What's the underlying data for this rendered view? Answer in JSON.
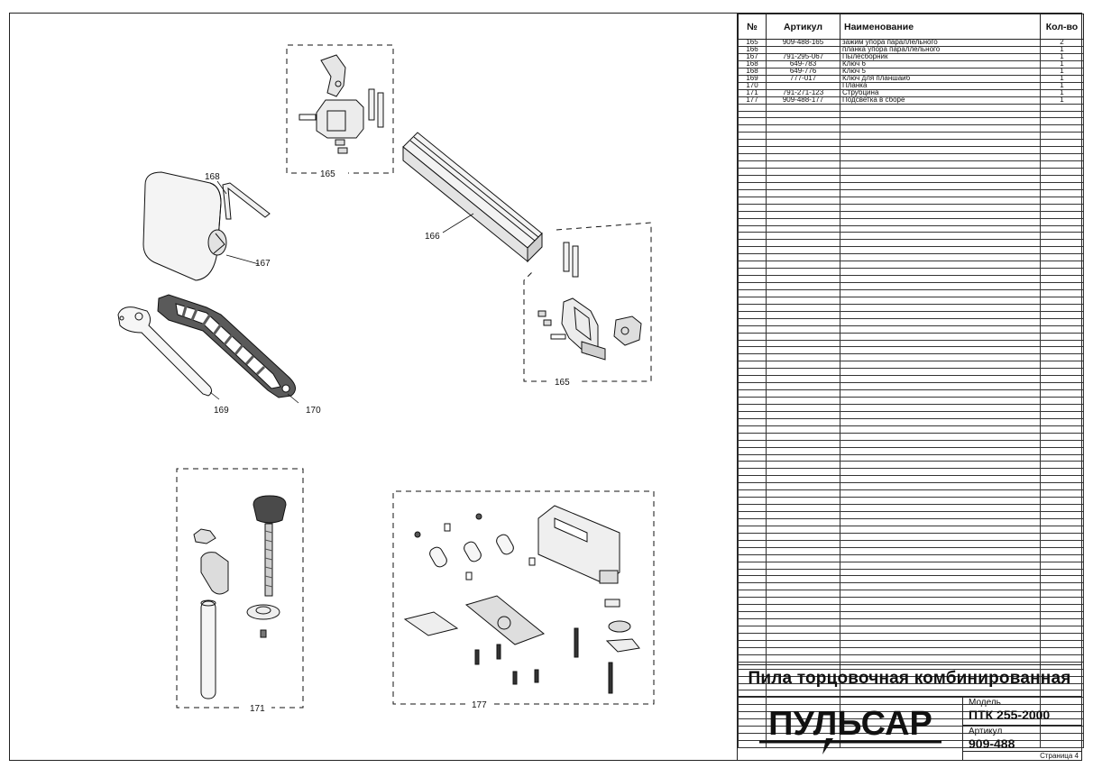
{
  "table": {
    "headers": {
      "num": "№",
      "article": "Артикул",
      "name": "Наименование",
      "qty": "Кол-во"
    },
    "rows": [
      {
        "num": "165",
        "article": "909-488-165",
        "name": "зажим упора параллельного",
        "qty": "2"
      },
      {
        "num": "166",
        "article": "",
        "name": "планка упора параллельного",
        "qty": "1"
      },
      {
        "num": "167",
        "article": "791-295-067",
        "name": "Пылесборник",
        "qty": "1"
      },
      {
        "num": "168",
        "article": "649-783",
        "name": "Ключ 6",
        "qty": "1"
      },
      {
        "num": "168",
        "article": "649-776",
        "name": "Ключ 5",
        "qty": "1"
      },
      {
        "num": "169",
        "article": "777-017",
        "name": "Ключ для планшайб",
        "qty": "1"
      },
      {
        "num": "170",
        "article": "",
        "name": "Планка",
        "qty": "1"
      },
      {
        "num": "171",
        "article": "791-271-123",
        "name": "Струбцина",
        "qty": "1"
      },
      {
        "num": "177",
        "article": "909-488-177",
        "name": "Подсветка в сборе",
        "qty": "1"
      }
    ]
  },
  "drawing": {
    "callouts": {
      "c165a": "165",
      "c165b": "165",
      "c166": "166",
      "c167": "167",
      "c168": "168",
      "c169": "169",
      "c170": "170",
      "c171": "171",
      "c177": "177"
    }
  },
  "title_block": {
    "product_title": "Пила торцовочная комбинированная",
    "brand": "ПУЛЬСАР",
    "model_label": "Модель",
    "model_value": "ПТК 255-2000",
    "article_label": "Артикул",
    "article_value": "909-488",
    "page_label": "Страница 4"
  },
  "colors": {
    "ink": "#111111",
    "paper": "#ffffff",
    "part_shade": "#d8d8d8"
  }
}
